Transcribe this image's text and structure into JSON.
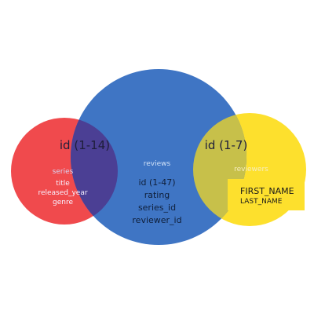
{
  "colors": {
    "series": "#f04a4d",
    "reviews": "#3f75c4",
    "reviewers": "#fde02d",
    "overlap_left": "#4b3f94",
    "overlap_right": "#c7c04a",
    "highlight_box": "#fde02d"
  },
  "series": {
    "name": "series",
    "fields": [
      "title",
      "released_year",
      "genre"
    ]
  },
  "reviews": {
    "name": "reviews",
    "fields": [
      "id (1-47)",
      "rating",
      "series_id",
      "reviewer_id"
    ]
  },
  "reviewers": {
    "name": "reviewers",
    "fields": [
      "FIRST_NAME",
      "LAST_NAME"
    ]
  },
  "overlaps": {
    "series_reviews": "id (1-14)",
    "reviews_reviewers": "id (1-7)"
  }
}
